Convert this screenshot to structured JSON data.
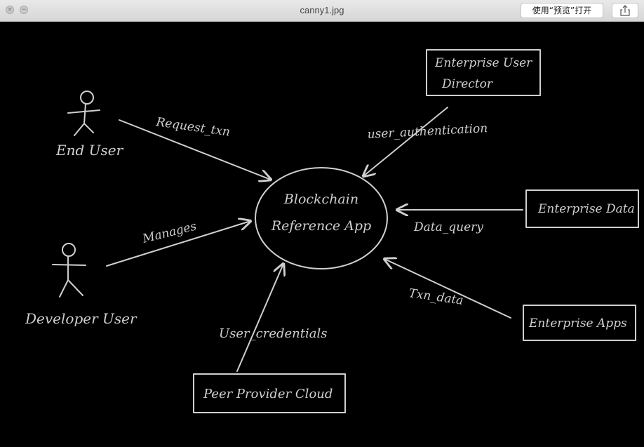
{
  "window": {
    "title": "canny1.jpg",
    "open_with_label": "使用“预览”打开",
    "close_glyph": "×",
    "minimize_glyph": "−"
  },
  "diagram": {
    "center": [
      "Blockchain",
      "Reference App"
    ],
    "actors": {
      "end_user": "End User",
      "developer_user": "Developer User"
    },
    "boxes": {
      "directory": [
        "Enterprise User",
        "Director"
      ],
      "data": "Enterprise Data",
      "apps": "Enterprise Apps",
      "cloud": "Peer Provider Cloud"
    },
    "edges": {
      "request": "Request_txn",
      "manages": "Manages",
      "auth": "user_authentication",
      "query": "Data_query",
      "txn": "Txn_data",
      "creds": "User_credentials"
    }
  }
}
